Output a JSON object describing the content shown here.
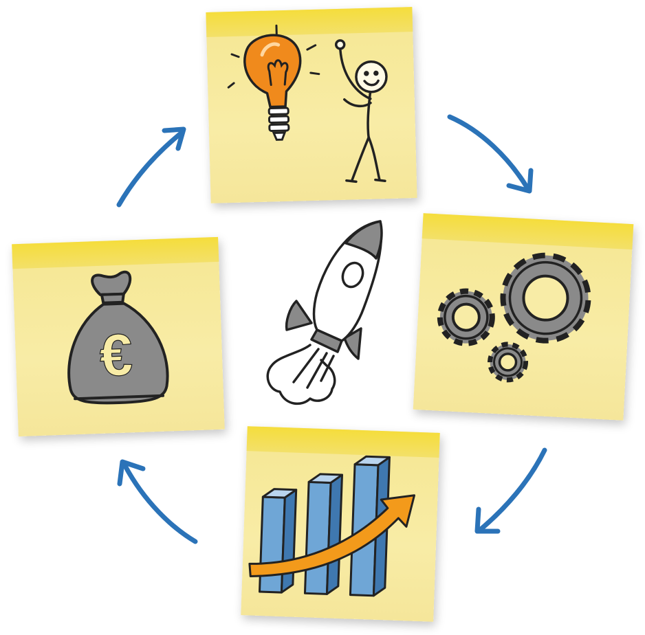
{
  "diagram": {
    "cycle_steps": [
      {
        "id": "idea",
        "icon": "lightbulb-stickman-icon"
      },
      {
        "id": "process",
        "icon": "gears-icon"
      },
      {
        "id": "growth",
        "icon": "bar-chart-arrow-icon"
      },
      {
        "id": "money",
        "icon": "euro-money-bag-icon"
      }
    ],
    "center_icon": "rocket-icon",
    "currency_symbol": "€",
    "colors": {
      "note_yellow": "#f8eca6",
      "note_strip": "#f5dd3c",
      "arrow_blue": "#2b73b8",
      "bulb_orange": "#f08a1c",
      "bar_blue": "#6fa6d6",
      "growth_arrow_orange": "#f39a1b",
      "ink": "#222222",
      "gray_fill": "#8a8a8a"
    }
  }
}
